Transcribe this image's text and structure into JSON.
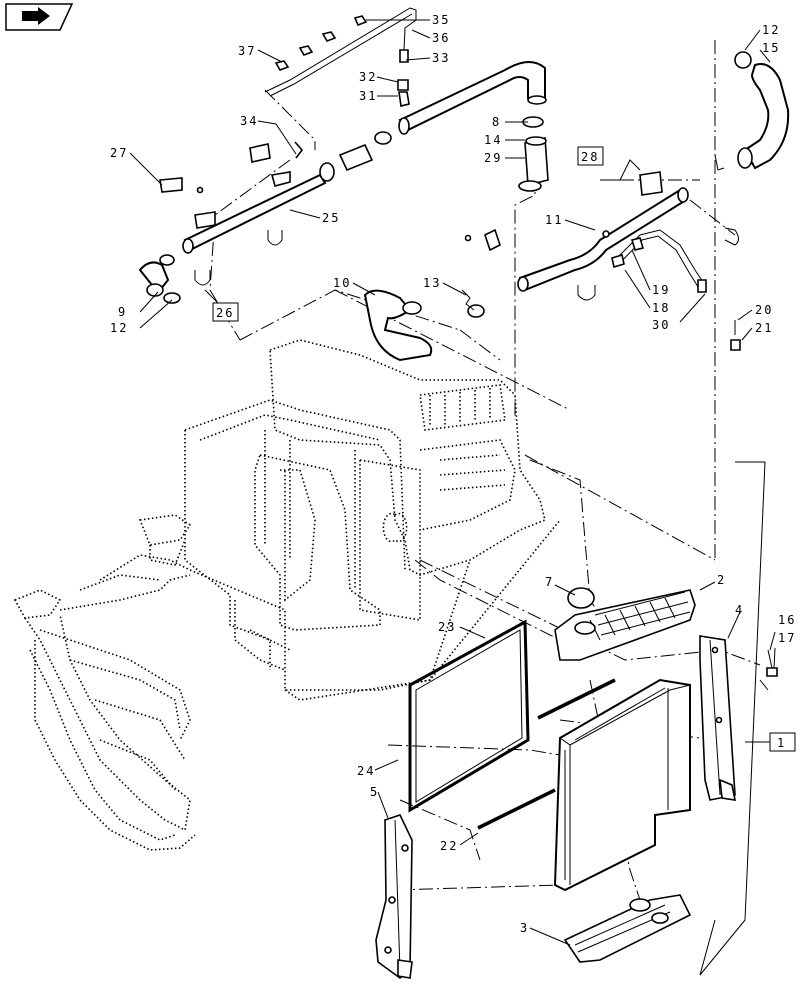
{
  "nav_icon": "arrow-right-icon",
  "callouts": {
    "c1": "1",
    "c2": "2",
    "c3": "3",
    "c4": "4",
    "c5": "5",
    "c7": "7",
    "c8": "8",
    "c9": "9",
    "c10": "10",
    "c11": "11",
    "c12a": "12",
    "c12b": "12",
    "c13": "13",
    "c14": "14",
    "c15": "15",
    "c16": "16",
    "c17": "17",
    "c18": "18",
    "c19": "19",
    "c20": "20",
    "c21": "21",
    "c22": "22",
    "c23": "23",
    "c24": "24",
    "c25": "25",
    "c26": "26",
    "c27": "27",
    "c28": "28",
    "c29": "29",
    "c30": "30",
    "c31": "31",
    "c32": "32",
    "c33": "33",
    "c34": "34",
    "c35": "35",
    "c36": "36",
    "c37": "37"
  }
}
